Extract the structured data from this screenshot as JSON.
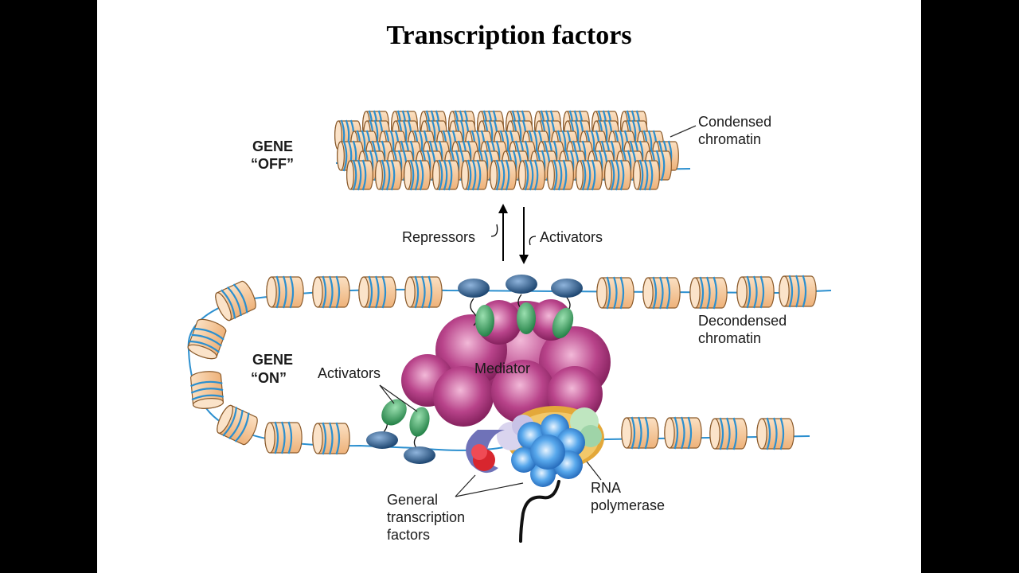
{
  "title": "Transcription factors",
  "labels": {
    "gene_off_line1": "GENE",
    "gene_off_line2": "“OFF”",
    "gene_on_line1": "GENE",
    "gene_on_line2": "“ON”",
    "condensed_line1": "Condensed",
    "condensed_line2": "chromatin",
    "decondensed_line1": "Decondensed",
    "decondensed_line2": "chromatin",
    "repressors": "Repressors",
    "activators_arrow": "Activators",
    "activators_side": "Activators",
    "mediator": "Mediator",
    "general_line1": "General",
    "general_line2": "transcription",
    "general_line3": "factors",
    "rna_line1": "RNA",
    "rna_line2": "polymerase"
  },
  "colors": {
    "nucleosome_fill": "#f6c89a",
    "nucleosome_stroke": "#8a5a2b",
    "dna": "#2b8fcf",
    "mediator": "#9c2a6e",
    "activator_green": "#2e9e55",
    "activator_blue": "#1f4f82",
    "rna_polymerase": "#2f86d6",
    "gtf_red": "#d8262e",
    "gtf_purple": "#6f72b8",
    "gtf_orange": "#e0a030"
  }
}
